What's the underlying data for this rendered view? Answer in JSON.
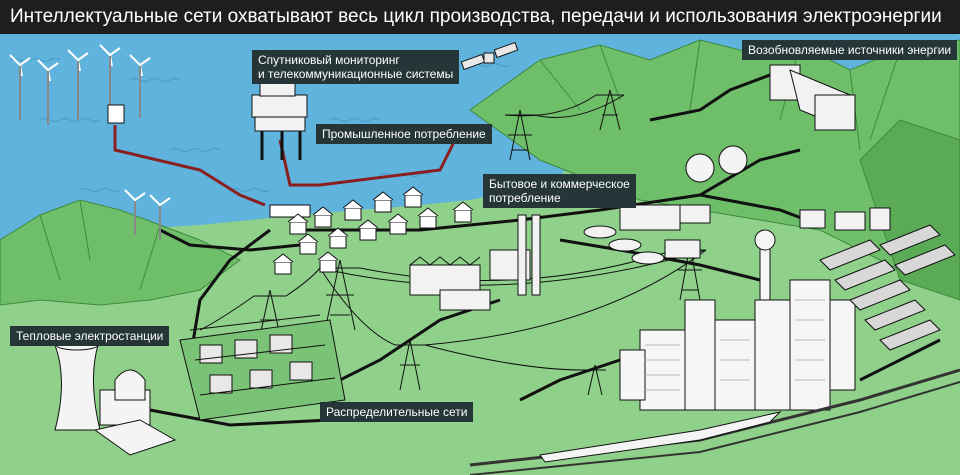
{
  "title": "Интеллектуальные сети охватывают весь цикл производства, передачи и использования электроэнергии",
  "labels": {
    "satellite_line1": "Спутниковый мониторинг",
    "satellite_line2": "и телекоммуникационные системы",
    "renewable": "Возобновляемые источники энергии",
    "industrial": "Промышленное потребление",
    "household_line1": "Бытовое и коммерческое",
    "household_line2": "потребление",
    "thermal": "Тепловые электростанции",
    "distribution": "Распределительные сети"
  },
  "colors": {
    "water": "#5fb3dd",
    "land": "#8fd18a",
    "mountain": "#6fbf6a",
    "cable_underwater": "#8a1f1f",
    "grid_line": "#111111",
    "label_bg": "#263638",
    "title_bg": "#1e1e1e"
  },
  "icons": [
    "wind-turbine-icon",
    "offshore-platform-icon",
    "satellite-icon",
    "dam-icon",
    "house-icon",
    "factory-icon",
    "power-tower-icon",
    "cooling-tower-icon",
    "skyscraper-icon",
    "solar-panel-icon",
    "train-icon",
    "gas-tank-icon"
  ]
}
